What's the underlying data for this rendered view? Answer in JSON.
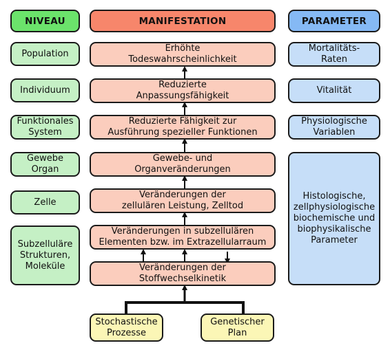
{
  "headers": {
    "niveau": "NIVEAU",
    "manifestation": "MANIFESTATION",
    "parameter": "PARAMETER"
  },
  "niveau": [
    "Population",
    "Individuum",
    "Funktionales\nSystem",
    "Gewebe\nOrgan",
    "Zelle",
    "Subzelluläre\nStrukturen,\nMoleküle"
  ],
  "manifestation": [
    "Erhöhte\nTodeswahrscheinlichkeit",
    "Reduzierte\nAnpassungsfähigkeit",
    "Reduzierte Fähigkeit zur\nAusführung spezieller Funktionen",
    "Gewebe- und\nOrganveränderungen",
    "Veränderungen der\nzellulären Leistung, Zelltod",
    "Veränderungen in subzellulären\nElementen bzw. im Extrazellularraum",
    "Veränderungen der\nStoffwechselkinetik"
  ],
  "parameter": [
    "Mortalitäts-\nRaten",
    "Vitalität",
    "Physiologische\nVariablen",
    "Histologische,\nzellphysiologische\nbiochemische und\nbiophysikalische\nParameter"
  ],
  "sources": [
    "Stochastische\nProzesse",
    "Genetischer\nPlan"
  ]
}
